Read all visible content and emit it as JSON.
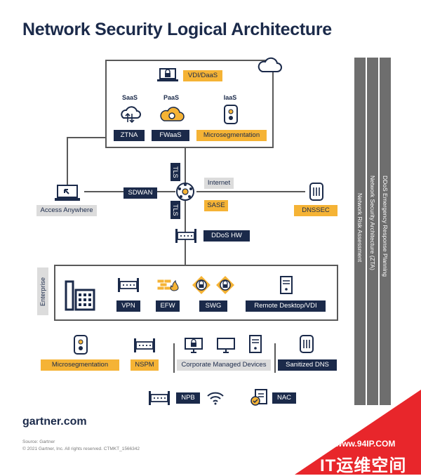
{
  "title": "Network Security Logical Architecture",
  "cloud": {
    "vdi": "VDI/DaaS",
    "saas": "SaaS",
    "paas": "PaaS",
    "iaas": "IaaS",
    "ztna": "ZTNA",
    "fwaas": "FWaaS",
    "microseg": "Microsegmentation"
  },
  "middle": {
    "tls_top": "TLS",
    "tls_bottom": "TLS",
    "internet": "Internet",
    "sase": "SASE",
    "sdwan": "SDWAN",
    "access_anywhere": "Access Anywhere",
    "dnssec": "DNSSEC",
    "ddos_hw": "DDoS HW"
  },
  "enterprise": {
    "tag": "Enterprise",
    "vpn": "VPN",
    "efw": "EFW",
    "swg": "SWG",
    "rdp": "Remote Desktop/VDI"
  },
  "bottom": {
    "microseg": "Microsegmentation",
    "nspm": "NSPM",
    "corp_devices": "Corporate Managed Devices",
    "sanitized_dns": "Sanitized DNS",
    "npb": "NPB",
    "nac": "NAC"
  },
  "bars": {
    "risk": "Network Risk Assessment",
    "zta": "Network Security Architecture (ZTA)",
    "ddos_plan": "DDoS Emergency Response Planning"
  },
  "brand": "gartner.com",
  "source": "Source: Gartner",
  "copyright": "© 2021 Gartner, Inc. All rights reserved. CTMKT_1566342",
  "watermark": {
    "url": "www.94IP.COM",
    "text": "IT运维空间"
  },
  "colors": {
    "navy": "#1b2a4a",
    "orange": "#f5b335",
    "grey": "#dcdcdc",
    "bar": "#6e6e6e",
    "watermark": "#e8262b"
  }
}
